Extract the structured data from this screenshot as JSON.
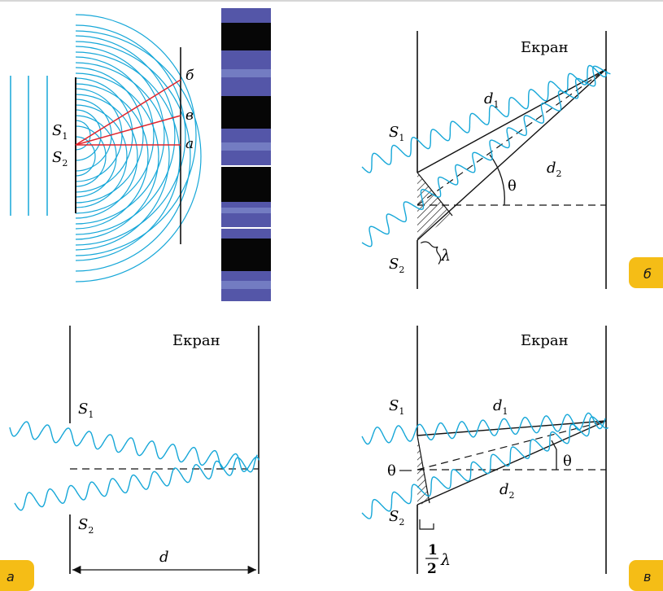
{
  "colors": {
    "wave": "#16a7d8",
    "ray": "#e0242c",
    "ink": "#111111",
    "badge": "#f5bd16",
    "band_blue": "#5456a8",
    "band_dark": "#060606"
  },
  "top_left": {
    "label_s1": "S",
    "sub_s1": "1",
    "label_s2": "S",
    "sub_s2": "2",
    "point_b": "б",
    "point_v": "в",
    "point_a": "а"
  },
  "panel_b": {
    "screen_label": "Екран",
    "label_d1": "d",
    "sub_d1": "1",
    "label_d2": "d",
    "sub_d2": "2",
    "label_theta": "θ",
    "label_s1": "S",
    "sub_s1": "1",
    "label_s2": "S",
    "sub_s2": "2",
    "label_lambda": "λ",
    "badge": "б"
  },
  "panel_a": {
    "screen_label": "Екран",
    "label_s1": "S",
    "sub_s1": "1",
    "label_s2": "S",
    "sub_s2": "2",
    "label_d": "d",
    "badge": "а"
  },
  "panel_v": {
    "screen_label": "Екран",
    "label_d1": "d",
    "sub_d1": "1",
    "label_d2": "d",
    "sub_d2": "2",
    "label_theta_right": "θ",
    "label_theta_left": "θ",
    "label_s1": "S",
    "sub_s1": "1",
    "label_s2": "S",
    "sub_s2": "2",
    "frac_num": "1",
    "frac_den": "2",
    "label_lambda": "λ",
    "badge": "в"
  }
}
